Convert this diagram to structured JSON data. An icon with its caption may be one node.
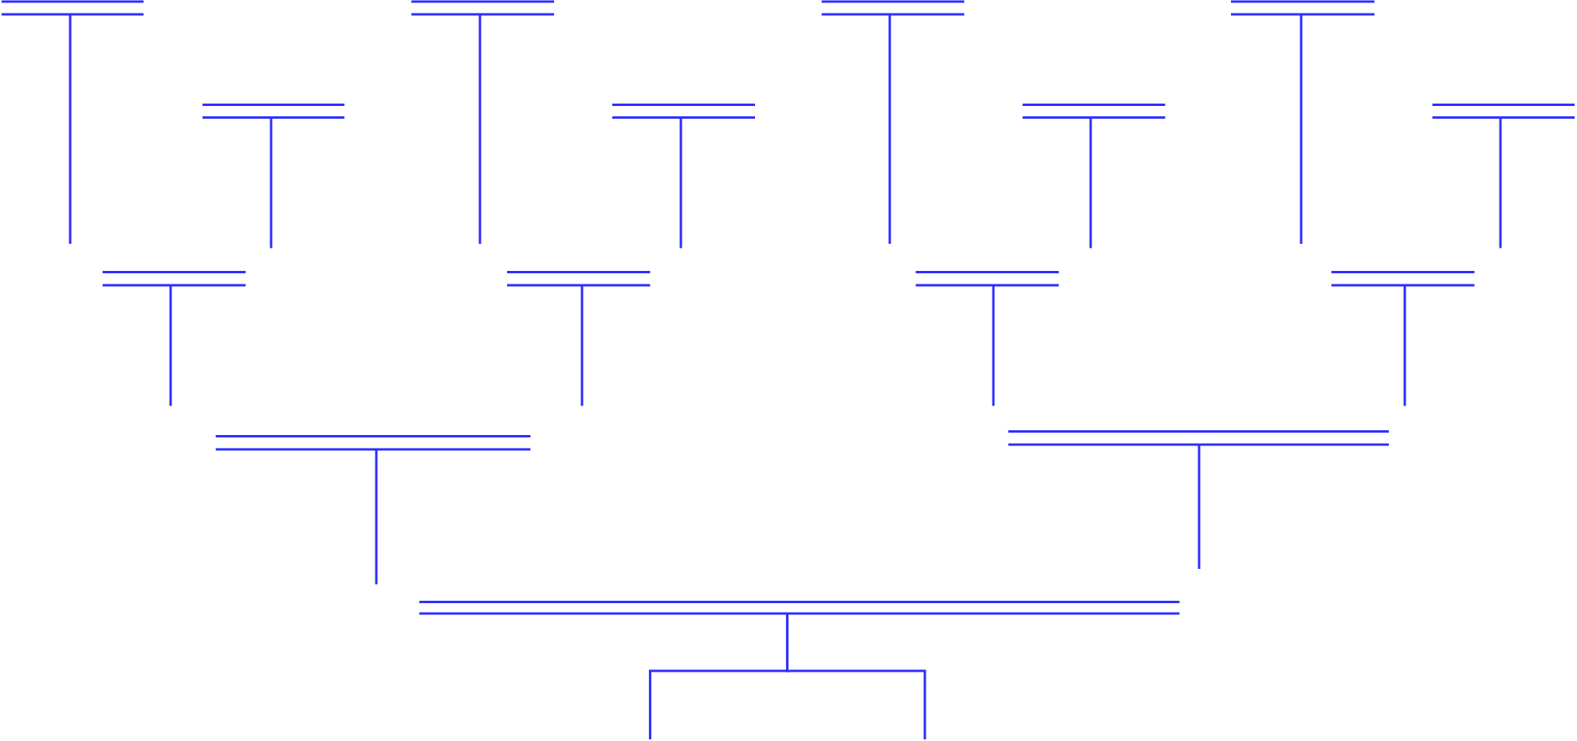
{
  "diagram": {
    "nodes": [
      {
        "text": [],
        "shape": "bar"
      },
      {
        "text": [],
        "shape": "bar"
      },
      {
        "text": [],
        "shape": "bar"
      },
      {
        "text": [],
        "shape": "bar"
      },
      {
        "text": [],
        "shape": "bar"
      },
      {
        "text": [],
        "shape": "bar"
      },
      {
        "text": [],
        "shape": "bar"
      },
      {
        "text": [],
        "shape": "bar"
      },
      {
        "text": [],
        "shape": "bar"
      },
      {
        "text": [],
        "shape": "bar"
      },
      {
        "text": [],
        "shape": "bar"
      },
      {
        "text": [],
        "shape": "bar"
      },
      {
        "text": [],
        "shape": "bar"
      },
      {
        "text": [],
        "shape": "bar"
      },
      {
        "text": [],
        "shape": "bar"
      }
    ],
    "edges": [
      {
        "from": 0,
        "to": null,
        "arrow": "none"
      },
      {
        "from": 1,
        "to": null,
        "arrow": "none"
      },
      {
        "from": 2,
        "to": null,
        "arrow": "none"
      },
      {
        "from": 3,
        "to": null,
        "arrow": "none"
      },
      {
        "from": 4,
        "to": null,
        "arrow": "none"
      },
      {
        "from": 5,
        "to": null,
        "arrow": "none"
      },
      {
        "from": 6,
        "to": null,
        "arrow": "none"
      },
      {
        "from": 7,
        "to": null,
        "arrow": "none"
      },
      {
        "from": 8,
        "to": null,
        "arrow": "none"
      },
      {
        "from": 9,
        "to": null,
        "arrow": "none"
      },
      {
        "from": 10,
        "to": null,
        "arrow": "none"
      },
      {
        "from": 11,
        "to": null,
        "arrow": "none"
      },
      {
        "from": 12,
        "to": null,
        "arrow": "none"
      },
      {
        "from": 13,
        "to": null,
        "arrow": "none"
      },
      {
        "from": 14,
        "to": null,
        "arrow": "none"
      },
      {
        "from": 14,
        "to": null,
        "arrow": "none"
      }
    ]
  }
}
